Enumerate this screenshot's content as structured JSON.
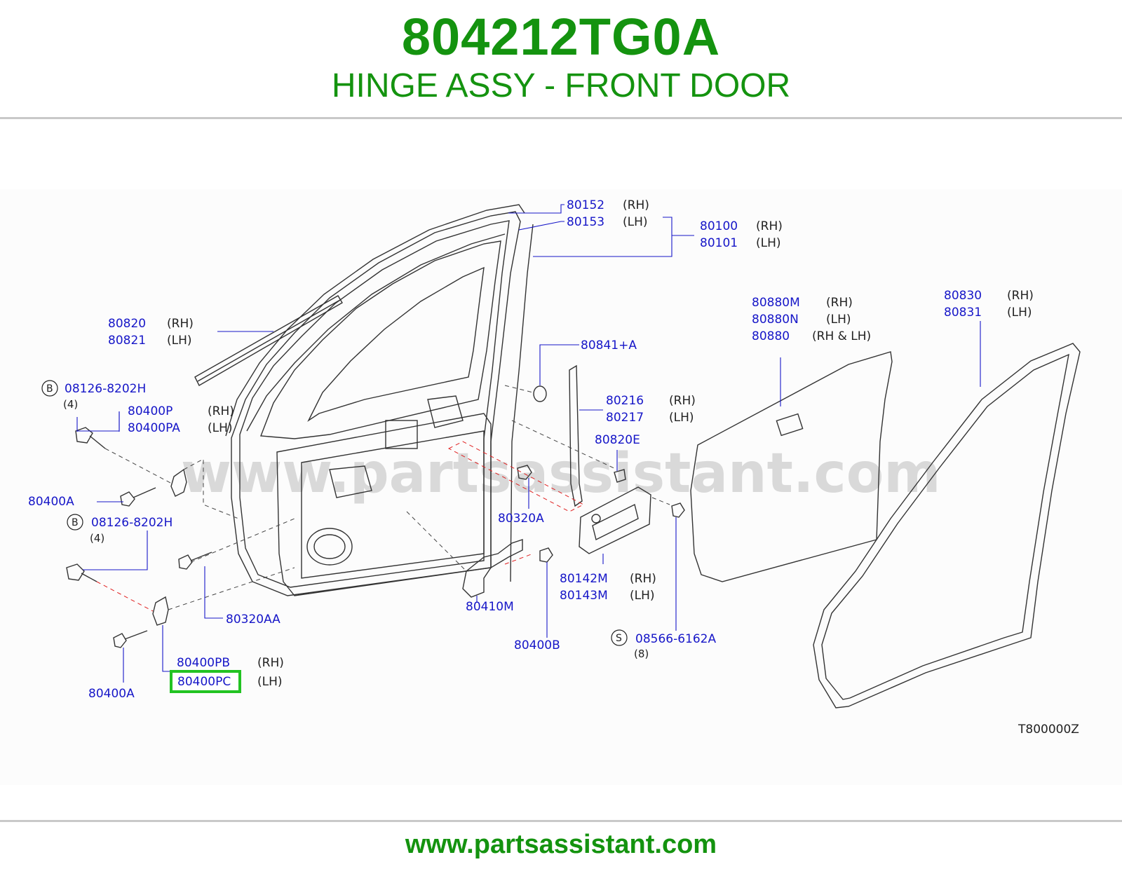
{
  "header": {
    "part_number": "804212TG0A",
    "part_name": "HINGE ASSY - FRONT DOOR"
  },
  "footer": {
    "url": "www.partsassistant.com"
  },
  "watermark": "www.partsassistant.com",
  "diagram_code": "T800000Z",
  "highlight_color": "#22c322",
  "callouts": [
    {
      "id": "80152",
      "label": "80152",
      "side": "(RH)"
    },
    {
      "id": "80153",
      "label": "80153",
      "side": "(LH)"
    },
    {
      "id": "80100",
      "label": "80100",
      "side": "(RH)"
    },
    {
      "id": "80101",
      "label": "80101",
      "side": "(LH)"
    },
    {
      "id": "80820",
      "label": "80820",
      "side": "(RH)"
    },
    {
      "id": "80821",
      "label": "80821",
      "side": "(LH)"
    },
    {
      "id": "80880M",
      "label": "80880M",
      "side": "(RH)"
    },
    {
      "id": "80880N",
      "label": "80880N",
      "side": "(LH)"
    },
    {
      "id": "80880",
      "label": "80880",
      "side": "(RH & LH)"
    },
    {
      "id": "80830",
      "label": "80830",
      "side": "(RH)"
    },
    {
      "id": "80831",
      "label": "80831",
      "side": "(LH)"
    },
    {
      "id": "80841A",
      "label": "80841+A",
      "side": ""
    },
    {
      "id": "08126a",
      "label": "08126-8202H",
      "side": "",
      "badge": "B",
      "qty": "(4)"
    },
    {
      "id": "80400P",
      "label": "80400P",
      "side": "(RH)"
    },
    {
      "id": "80400PA",
      "label": "80400PA",
      "side": "(LH)"
    },
    {
      "id": "80216",
      "label": "80216",
      "side": "(RH)"
    },
    {
      "id": "80217",
      "label": "80217",
      "side": "(LH)"
    },
    {
      "id": "80820E",
      "label": "80820E",
      "side": ""
    },
    {
      "id": "80400A_1",
      "label": "80400A",
      "side": ""
    },
    {
      "id": "80320A",
      "label": "80320A",
      "side": ""
    },
    {
      "id": "08126b",
      "label": "08126-8202H",
      "side": "",
      "badge": "B",
      "qty": "(4)"
    },
    {
      "id": "80142M",
      "label": "80142M",
      "side": "(RH)"
    },
    {
      "id": "80143M",
      "label": "80143M",
      "side": "(LH)"
    },
    {
      "id": "80410M",
      "label": "80410M",
      "side": ""
    },
    {
      "id": "80320AA",
      "label": "80320AA",
      "side": ""
    },
    {
      "id": "08566",
      "label": "08566-6162A",
      "side": "",
      "badge": "S",
      "qty": "(8)"
    },
    {
      "id": "80400B",
      "label": "80400B",
      "side": ""
    },
    {
      "id": "80400PB",
      "label": "80400PB",
      "side": "(RH)"
    },
    {
      "id": "80400PC",
      "label": "80400PC",
      "side": "(LH)",
      "highlighted": true
    },
    {
      "id": "80400A_2",
      "label": "80400A",
      "side": ""
    }
  ]
}
